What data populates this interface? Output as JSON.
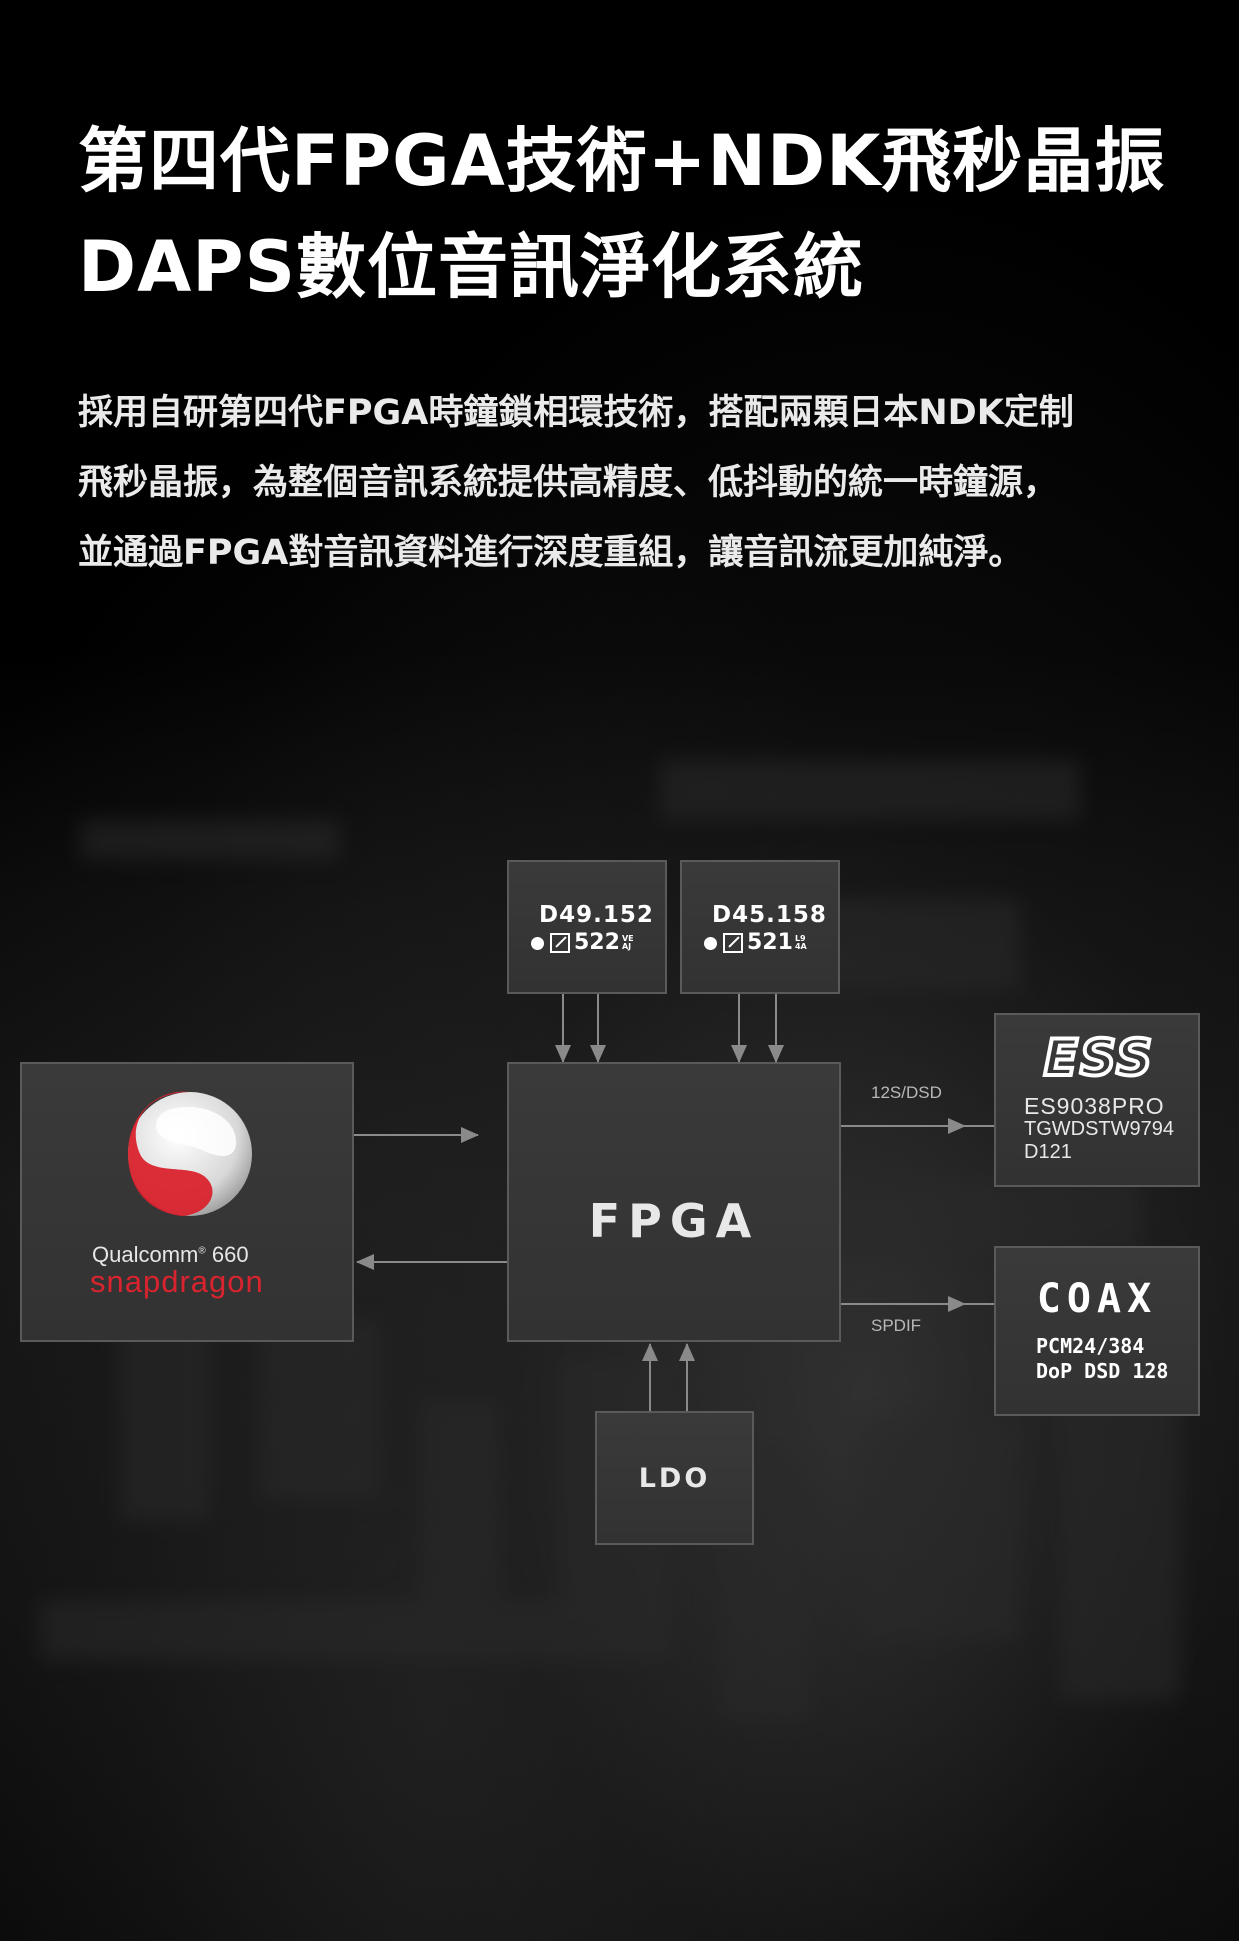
{
  "heading": {
    "line1": "第四代FPGA技術+NDK飛秒晶振",
    "line2": "DAPS數位音訊淨化系統"
  },
  "intro": {
    "line1": "採用自研第四代FPGA時鐘鎖相環技術，搭配兩顆日本NDK定制",
    "line2": "飛秒晶振，為整個音訊系統提供高精度、低抖動的統一時鐘源，",
    "line3": "並通過FPGA對音訊資料進行深度重組，讓音訊流更加純淨。"
  },
  "diagram": {
    "crystal1": {
      "freq": "D49.152",
      "code": "522",
      "mark_top": "VE",
      "mark_bottom": "AJ"
    },
    "crystal2": {
      "freq": "D45.158",
      "code": "521",
      "mark_top": "L9",
      "mark_bottom": "4A"
    },
    "soc": {
      "brand": "Qualcomm",
      "model": "660",
      "product": "snapdragon",
      "logo_color": "#d9232e"
    },
    "fpga": {
      "label": "FPGA"
    },
    "dac": {
      "logo": "ESS",
      "line1": "ES9038PRO",
      "line2": "TGWDSTW9794",
      "line3": "D121"
    },
    "coax": {
      "title": "COAX",
      "line1": "PCM24/384",
      "line2": "DoP DSD 128"
    },
    "ldo": {
      "label": "LDO"
    },
    "links": {
      "i2s": "12S/DSD",
      "spdif": "SPDIF"
    }
  },
  "colors": {
    "background": "#000000",
    "box": "#363636",
    "box_border": "#5a5a5a",
    "wire": "#8a8a8a",
    "snapdragon_red": "#d9232e"
  }
}
